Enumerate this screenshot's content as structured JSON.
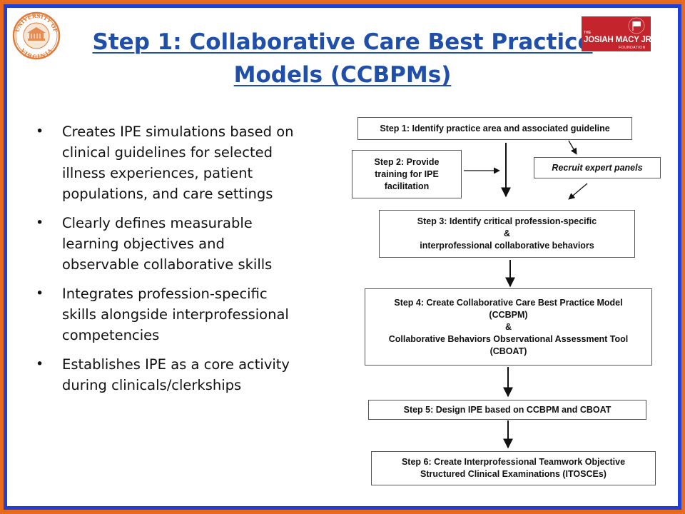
{
  "title": "Step 1: Collaborative Care Best Practice Models (CCBPMs)",
  "logos": {
    "uva_seal": [
      "UNIVERSITY OF",
      "VIRGINIA"
    ],
    "macy": {
      "the": "THE",
      "name": "JOSIAH MACY JR.",
      "foundation": "FOUNDATION"
    }
  },
  "bullets": [
    "Creates IPE simulations based on clinical guidelines for selected illness experiences, patient populations, and care settings",
    "Clearly defines measurable learning objectives and observable collaborative skills",
    "Integrates profession-specific skills alongside interprofessional competencies",
    "Establishes IPE as a core activity during clinicals/clerkships"
  ],
  "flowchart": {
    "step1": "Step 1: Identify practice area and associated guideline",
    "step2": [
      "Step 2: Provide",
      "training for IPE",
      "facilitation"
    ],
    "recruit": "Recruit expert panels",
    "step3": [
      "Step 3: Identify critical profession-specific",
      "&",
      "interprofessional collaborative behaviors"
    ],
    "step4": [
      "Step 4: Create Collaborative Care Best Practice Model",
      "(CCBPM)",
      "&",
      "Collaborative Behaviors Observational Assessment Tool",
      "(CBOAT)"
    ],
    "step5": "Step 5: Design IPE based on CCBPM and CBOAT",
    "step6": [
      "Step 6: Create Interprofessional Teamwork Objective",
      "Structured Clinical Examinations (ITOSCEs)"
    ]
  },
  "colors": {
    "outer_border": "#e86a1c",
    "inner_border": "#1e3fd6",
    "title": "#1f4fa8",
    "macy_red": "#c4252c"
  }
}
